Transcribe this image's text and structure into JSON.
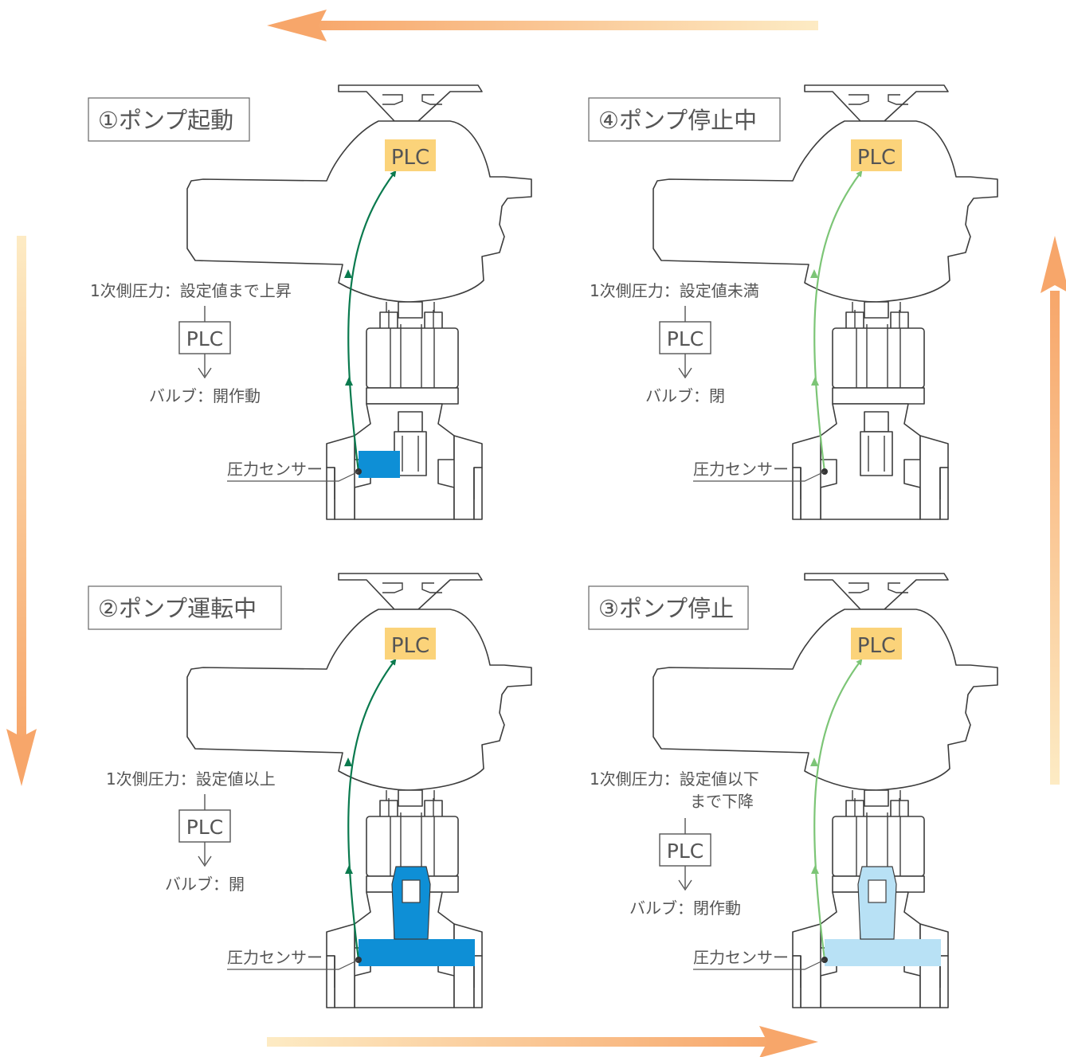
{
  "panels": [
    {
      "id": "p1",
      "title": "①ポンプ起動",
      "plc_top": "PLC",
      "pressure_line1": "1次側圧力：設定値まで上昇",
      "pressure_line2": "",
      "plc_box": "PLC",
      "valve_state": "バルブ：開作動",
      "sensor_label": "圧力センサー",
      "signal_color": "#0a7a4e",
      "fluid_color": "#0e8fd6",
      "fluid_extent": "inlet"
    },
    {
      "id": "p2",
      "title": "②ポンプ運転中",
      "plc_top": "PLC",
      "pressure_line1": "1次側圧力：設定値以上",
      "pressure_line2": "",
      "plc_box": "PLC",
      "valve_state": "バルブ：開",
      "sensor_label": "圧力センサー",
      "signal_color": "#0a7a4e",
      "fluid_color": "#0e8fd6",
      "fluid_extent": "full"
    },
    {
      "id": "p3",
      "title": "③ポンプ停止",
      "plc_top": "PLC",
      "pressure_line1": "1次側圧力：設定値以下",
      "pressure_line2": "まで下降",
      "plc_box": "PLC",
      "valve_state": "バルブ：閉作動",
      "sensor_label": "圧力センサー",
      "signal_color": "#7cc576",
      "fluid_color": "#b8e1f5",
      "fluid_extent": "full"
    },
    {
      "id": "p4",
      "title": "④ポンプ停止中",
      "plc_top": "PLC",
      "pressure_line1": "1次側圧力：設定値未満",
      "pressure_line2": "",
      "plc_box": "PLC",
      "valve_state": "バルブ：閉",
      "sensor_label": "圧力センサー",
      "signal_color": "#7cc576",
      "fluid_color": "",
      "fluid_extent": "none"
    }
  ],
  "colors": {
    "plc_badge": "#fbd37a",
    "arrow_light": "#fde9c0",
    "arrow_dark": "#f7a96d"
  }
}
